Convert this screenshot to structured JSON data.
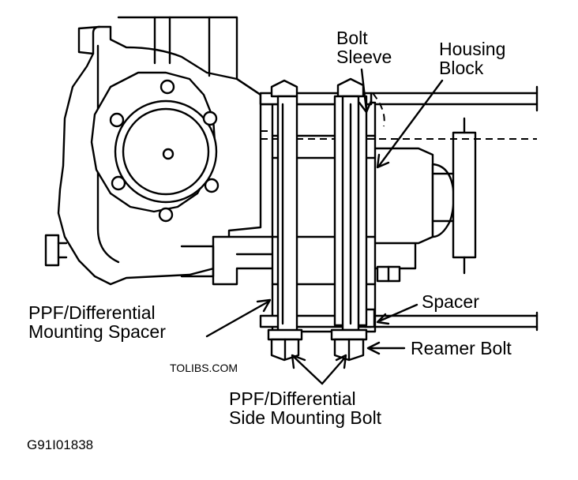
{
  "labels": {
    "bolt_sleeve_line1": "Bolt",
    "bolt_sleeve_line2": "Sleeve",
    "housing_block_line1": "Housing",
    "housing_block_line2": "Block",
    "spacer": "Spacer",
    "reamer_bolt": "Reamer Bolt",
    "mounting_spacer_line1": "PPF/Differential",
    "mounting_spacer_line2": "Mounting Spacer",
    "side_bolt_line1": "PPF/Differential",
    "side_bolt_line2": "Side Mounting Bolt"
  },
  "watermark": "TOLIBS.COM",
  "figure_code": "G91I01838"
}
